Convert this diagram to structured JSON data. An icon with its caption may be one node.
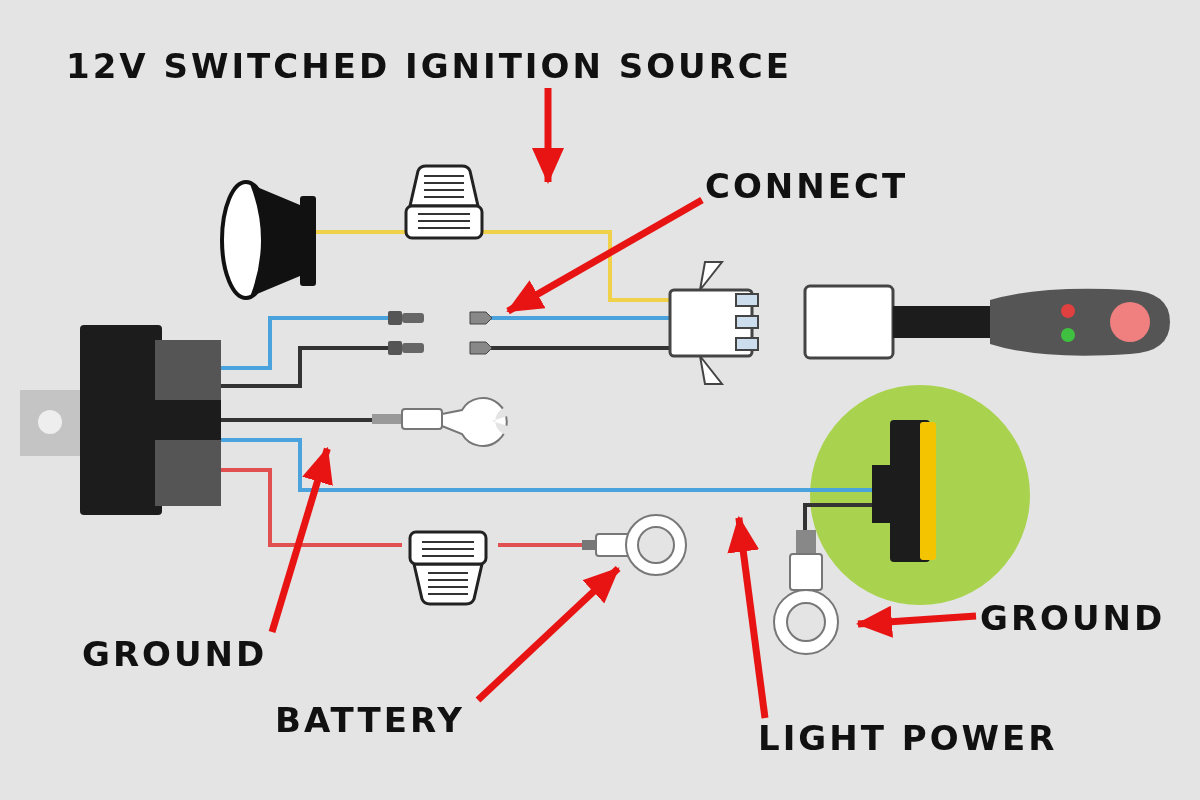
{
  "diagram": {
    "nodes": [
      {
        "text": [
          "12V SWITCHED IGNITION SOURCE"
        ]
      },
      {
        "text": [
          "CONNECT"
        ]
      },
      {
        "text": [
          "GROUND"
        ]
      },
      {
        "text": [
          "BATTERY"
        ]
      },
      {
        "text": [
          "LIGHT POWER"
        ]
      },
      {
        "text": [
          "GROUND"
        ]
      },
      {
        "text": [],
        "shape": "picture"
      },
      {
        "text": [],
        "shape": "picture"
      },
      {
        "text": [],
        "shape": "picture"
      },
      {
        "text": [],
        "shape": "picture"
      }
    ],
    "edges": [
      {
        "from": 0,
        "to": null,
        "arrow": "to"
      },
      {
        "from": 1,
        "to": 6,
        "arrow": "to"
      },
      {
        "from": 2,
        "to": 7,
        "arrow": "to"
      },
      {
        "from": 3,
        "to": 8,
        "arrow": "to"
      },
      {
        "from": 4,
        "to": null,
        "arrow": "to"
      },
      {
        "from": 5,
        "to": 9,
        "arrow": "to"
      }
    ]
  }
}
